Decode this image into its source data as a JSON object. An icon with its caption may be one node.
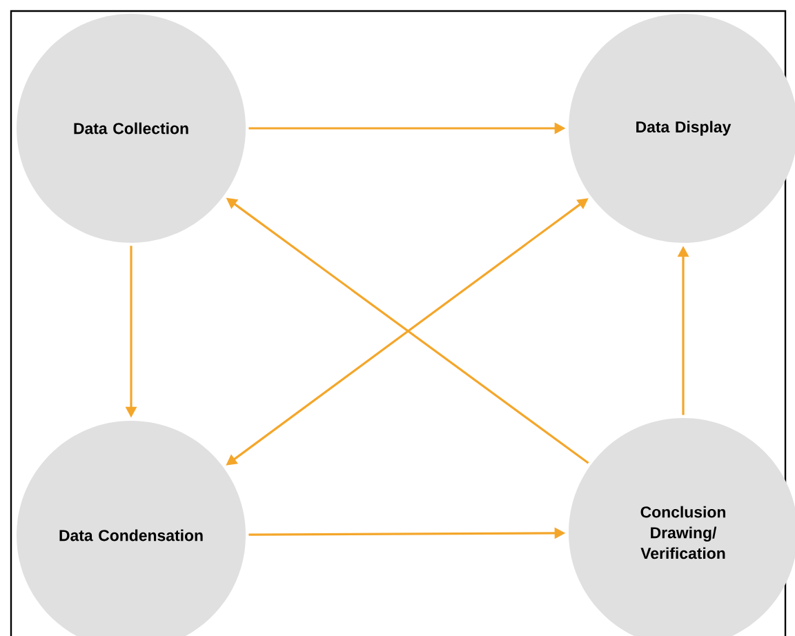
{
  "diagram": {
    "nodes": [
      {
        "text": [
          "Data Collection"
        ]
      },
      {
        "text": [
          "Data Display"
        ]
      },
      {
        "text": [
          "Data Condensation"
        ]
      },
      {
        "text": [
          "Conclusion Drawing/ Verification"
        ]
      }
    ],
    "edges": [
      {
        "from": 0,
        "to": 1,
        "arrow": "to"
      },
      {
        "from": 0,
        "to": 2,
        "arrow": "to"
      },
      {
        "from": 2,
        "to": 3,
        "arrow": "to"
      },
      {
        "from": 3,
        "to": 1,
        "arrow": "to"
      },
      {
        "from": 3,
        "to": 0,
        "arrow": "to"
      },
      {
        "from": 1,
        "to": 2,
        "arrow": "both"
      }
    ]
  }
}
